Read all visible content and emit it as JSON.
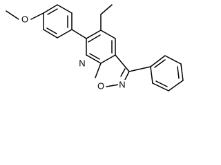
{
  "atom_labels": {
    "methoxy_oxygen": "O",
    "pyridine_nitrogen": "N",
    "isoxazole_oxygen": "O",
    "isoxazole_nitrogen": "N"
  },
  "colors": {
    "bond": "#000000",
    "label": "#000000",
    "background": "#ffffff"
  }
}
